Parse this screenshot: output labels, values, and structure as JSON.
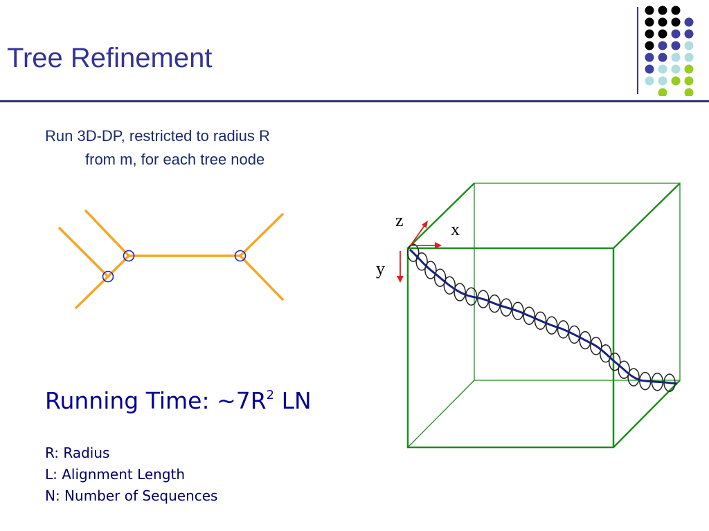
{
  "slide": {
    "title": "Tree Refinement",
    "intro_line1": "Run 3D-DP, restricted to radius R",
    "intro_line2": "from m, for each tree node",
    "running_time": {
      "prefix": "Running Time: ~7R",
      "superscript": "2",
      "suffix": " LN"
    },
    "definitions": [
      "R: Radius",
      "L: Alignment Length",
      "N: Number of Sequences"
    ]
  },
  "diagram": {
    "axis_labels": {
      "z": "z",
      "x": "x",
      "y": "y"
    },
    "colors": {
      "title": "#333399",
      "tree_branch": "#f5a623",
      "tree_node_ring": "#2222cc",
      "cube_edge": "#1e8c1e",
      "path_line": "#1a237e",
      "axis_arrow": "#e02020",
      "dot_black": "#000000",
      "dot_indigo": "#3f3f9f",
      "dot_lightblue": "#b0dde0",
      "dot_green": "#99cc22"
    }
  }
}
